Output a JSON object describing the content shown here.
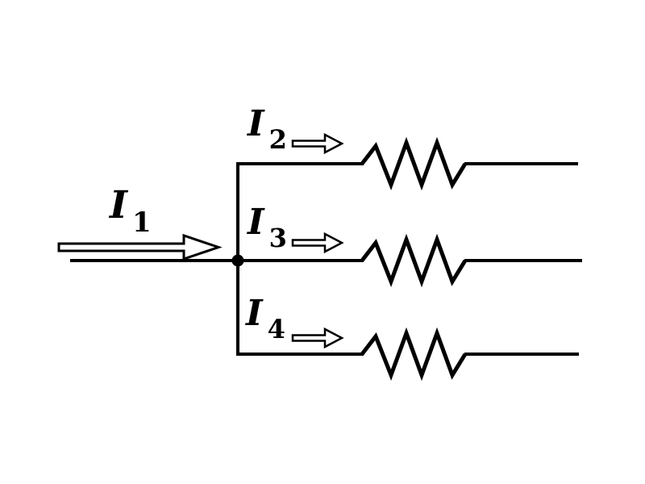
{
  "diagram": {
    "background_color": "#ffffff",
    "line_color": "#000000",
    "arrow_fill_color": "#ffffff",
    "junction_count": 1,
    "branch_count": 3,
    "resistor_count": 3,
    "labels": {
      "i1": {
        "base": "I",
        "sub": "1"
      },
      "i2": {
        "base": "I",
        "sub": "2"
      },
      "i3": {
        "base": "I",
        "sub": "3"
      },
      "i4": {
        "base": "I",
        "sub": "4"
      }
    }
  }
}
